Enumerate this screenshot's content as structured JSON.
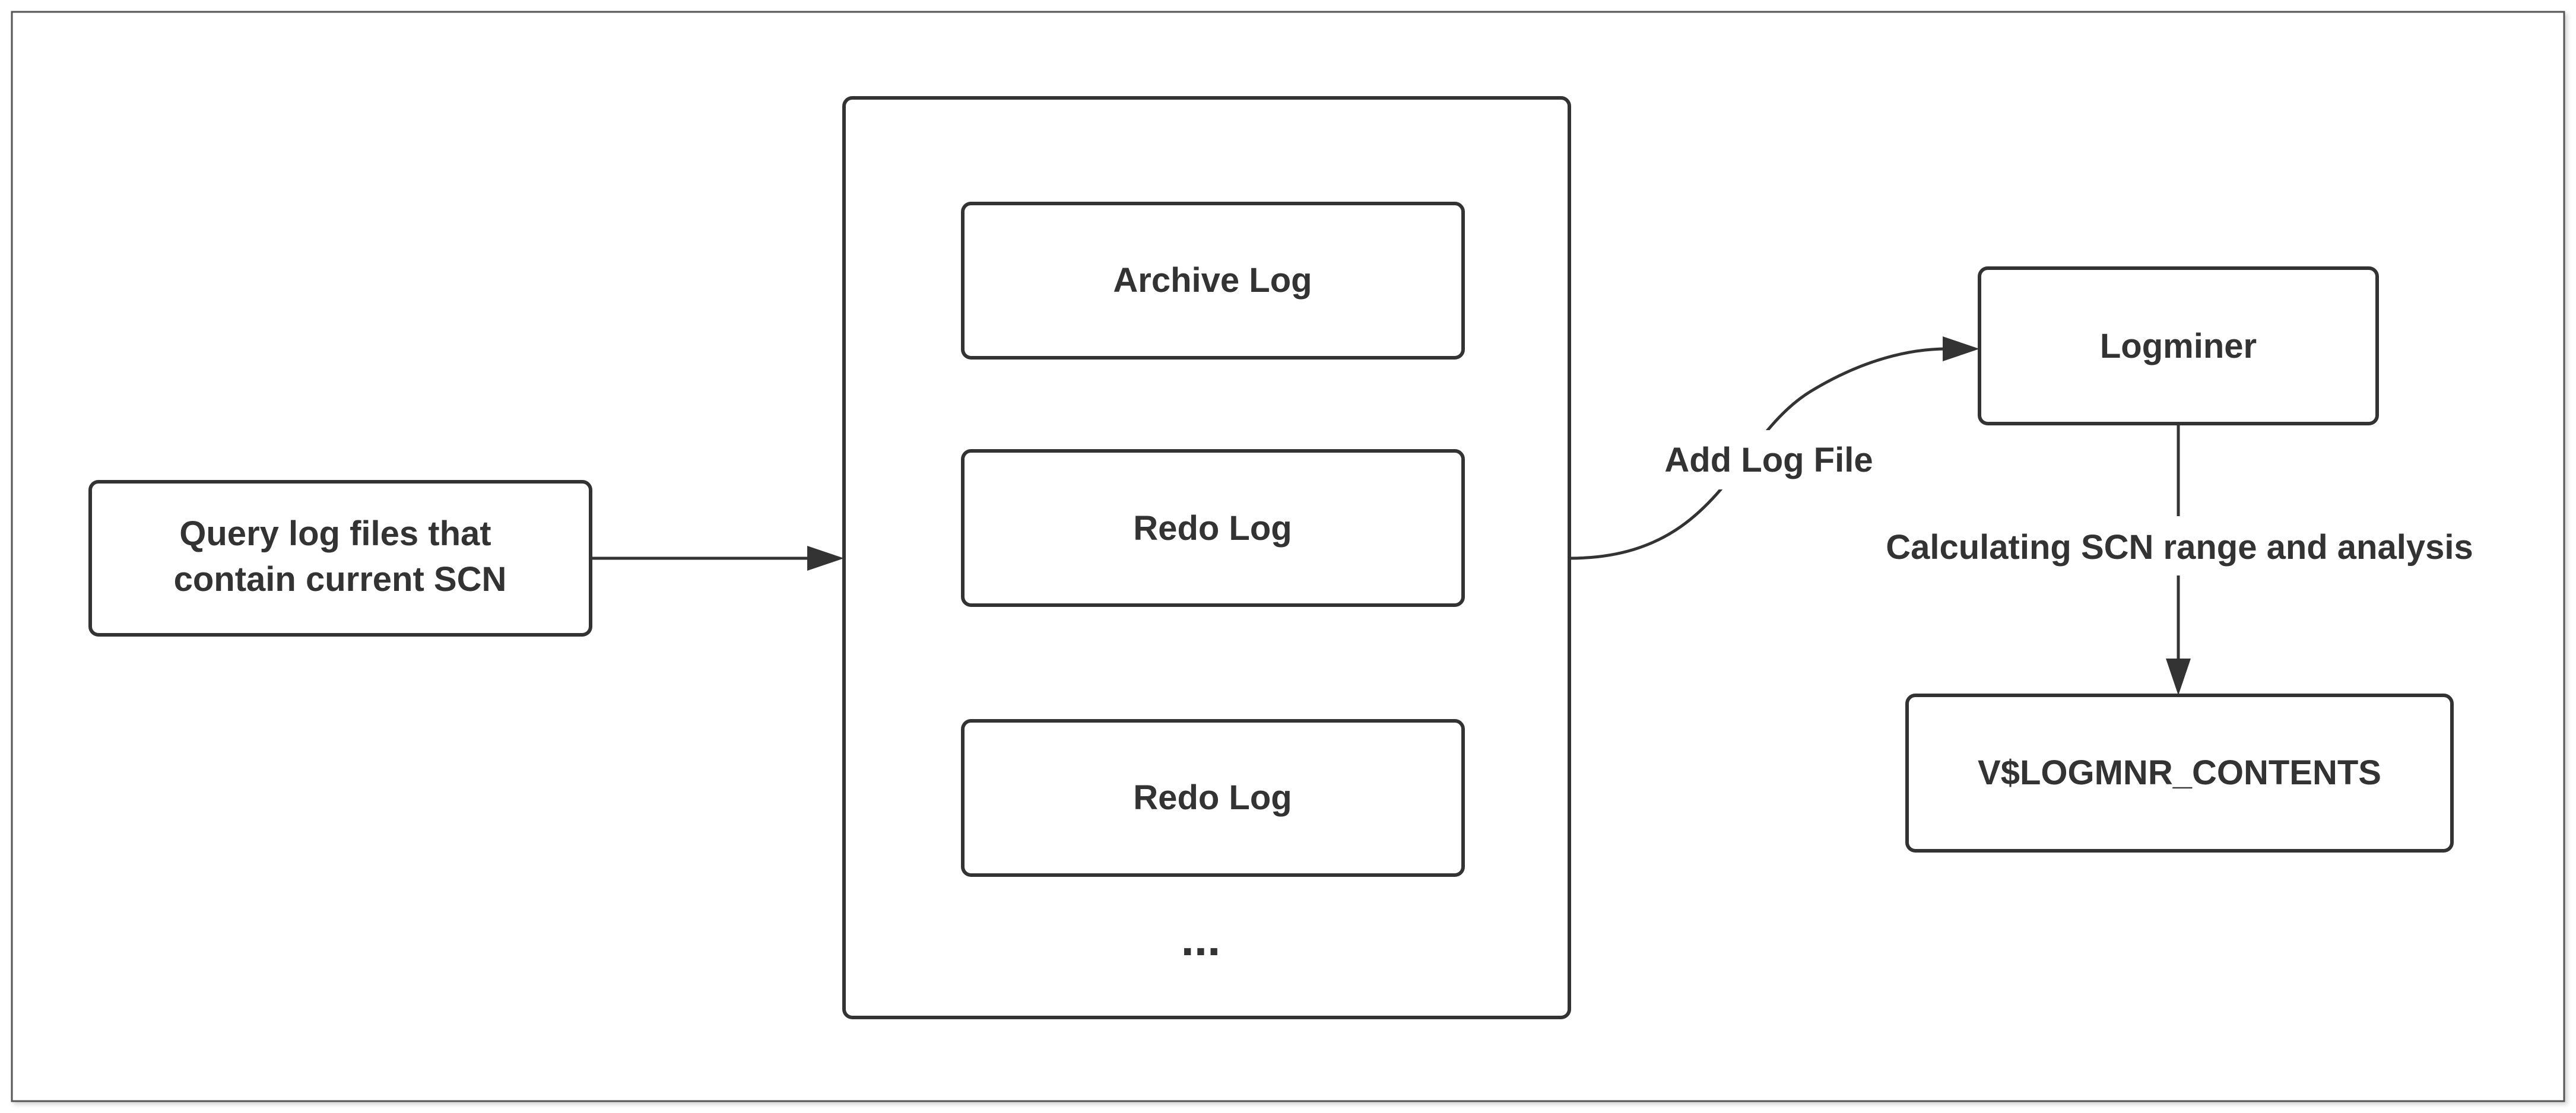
{
  "diagram": {
    "nodes": {
      "query": {
        "lines": [
          "Query log files that",
          "contain current SCN"
        ]
      },
      "log_container": {},
      "archive_log": {
        "label": "Archive Log"
      },
      "redo_log_1": {
        "label": "Redo Log"
      },
      "redo_log_2": {
        "label": "Redo Log"
      },
      "more": {
        "label": "..."
      },
      "logminer": {
        "label": "Logminer"
      },
      "contents": {
        "label": "V$LOGMNR_CONTENTS"
      }
    },
    "edges": {
      "query_to_logs": {
        "label": ""
      },
      "logs_to_logminer": {
        "label": "Add Log File"
      },
      "logminer_to_contents": {
        "label": "Calculating SCN range and analysis"
      }
    }
  },
  "colors": {
    "stroke": "#333333",
    "text": "#333333",
    "background": "#ffffff",
    "frame": "#555555"
  }
}
